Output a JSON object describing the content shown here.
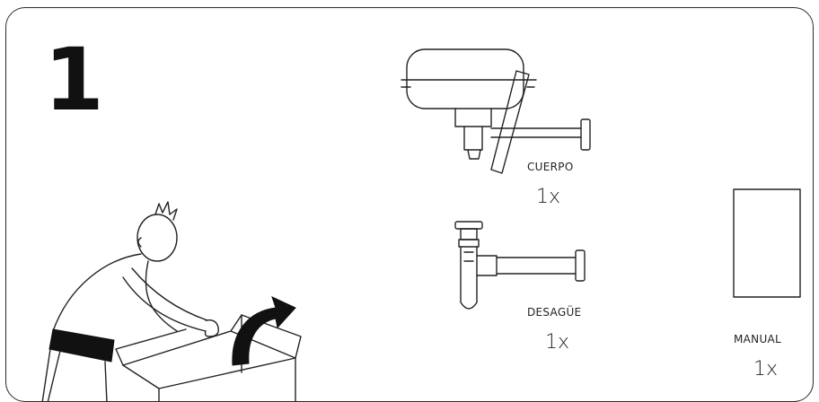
{
  "step": {
    "number": "1"
  },
  "parts": [
    {
      "name": "CUERPO",
      "quantity": "1x",
      "icon": "sink-body-icon"
    },
    {
      "name": "DESAGÜE",
      "quantity": "1x",
      "icon": "drain-trap-icon"
    },
    {
      "name": "MANUAL",
      "quantity": "1x",
      "icon": "manual-icon"
    }
  ],
  "illustration": {
    "icon": "person-unboxing-icon"
  }
}
